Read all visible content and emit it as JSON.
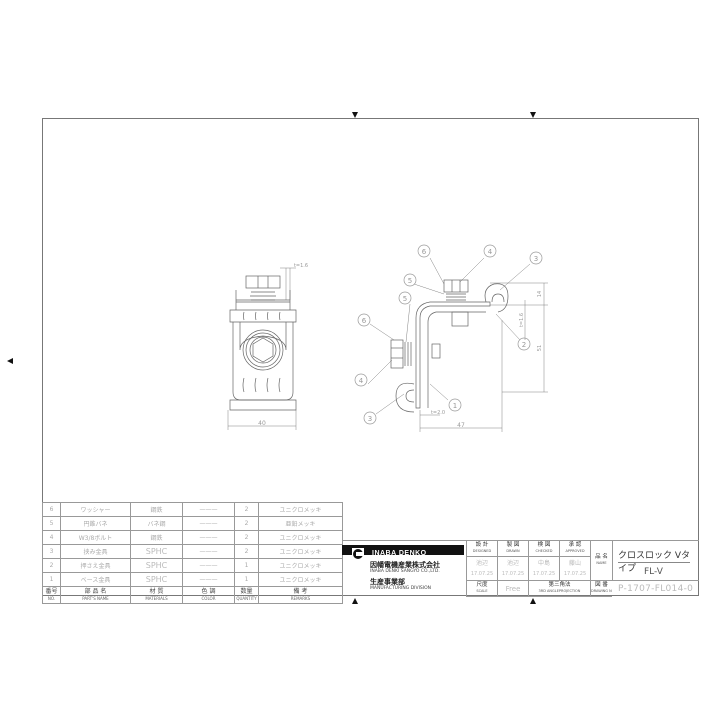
{
  "drawing": {
    "front_view": {
      "dimension_width": "40",
      "thickness_label": "t=1.6"
    },
    "side_view": {
      "dimension_width": "47",
      "dimension_height": "51",
      "dimension_top": "14",
      "thickness_top": "t=1.6",
      "thickness_base": "t=2.0",
      "balloons": [
        "6",
        "4",
        "3",
        "5",
        "5",
        "6",
        "2",
        "4",
        "1",
        "3"
      ]
    }
  },
  "parts_list": {
    "headers": {
      "no": {
        "jp": "番号",
        "en": "NO."
      },
      "name": {
        "jp": "部 品 名",
        "en": "PART'S NAME"
      },
      "material": {
        "jp": "材 質",
        "en": "MATERIALS"
      },
      "color": {
        "jp": "色 調",
        "en": "COLOR"
      },
      "quantity": {
        "jp": "数量",
        "en": "QUANTITY"
      },
      "remarks": {
        "jp": "備 考",
        "en": "REMARKS"
      }
    },
    "rows": [
      {
        "no": "6",
        "name": "ワッシャー",
        "material": "鋼鉄",
        "color": "———",
        "quantity": "2",
        "remarks": "ユニクロメッキ"
      },
      {
        "no": "5",
        "name": "円錐バネ",
        "material": "バネ鋼",
        "color": "———",
        "quantity": "2",
        "remarks": "亜鉛メッキ"
      },
      {
        "no": "4",
        "name": "W3/8ボルト",
        "material": "鋼鉄",
        "color": "———",
        "quantity": "2",
        "remarks": "ユニクロメッキ"
      },
      {
        "no": "3",
        "name": "挟み金具",
        "material": "SPHC",
        "color": "———",
        "quantity": "2",
        "remarks": "ユニクロメッキ"
      },
      {
        "no": "2",
        "name": "押さえ金具",
        "material": "SPHC",
        "color": "———",
        "quantity": "1",
        "remarks": "ユニクロメッキ"
      },
      {
        "no": "1",
        "name": "ベース金具",
        "material": "SPHC",
        "color": "———",
        "quantity": "1",
        "remarks": "ユニクロメッキ"
      }
    ]
  },
  "title_block": {
    "brand": "INABA DENKO",
    "company_jp": "因幡電機産業株式会社",
    "company_en": "INABA DENKI SANGYO CO.,LTD.",
    "division_jp": "生産事業部",
    "division_en": "MANUFACTURING DIVISION",
    "signoffs": [
      {
        "jp": "設 計",
        "en": "DESIGNED",
        "name": "池辺",
        "date": "17.07.25"
      },
      {
        "jp": "製 図",
        "en": "DRAWN",
        "name": "池辺",
        "date": "17.07.25"
      },
      {
        "jp": "検 図",
        "en": "CHECKED",
        "name": "中島",
        "date": "17.07.25"
      },
      {
        "jp": "承 認",
        "en": "APPROVED",
        "name": "藤山",
        "date": "17.07.25"
      }
    ],
    "scale": {
      "jp": "尺度",
      "en": "SCALE",
      "value": "Free"
    },
    "projection": {
      "jp": "第三角法",
      "en": "3RD ANGLEPROJECTION"
    },
    "product_name_label": {
      "jp": "品 名",
      "en": "NAME"
    },
    "product_name": "クロスロック Vタイプ",
    "product_code": "FL-V",
    "drawing_no_label": {
      "jp": "図 番",
      "en": "DRAWING NO."
    },
    "drawing_no": "P-1707-FL014-0"
  }
}
